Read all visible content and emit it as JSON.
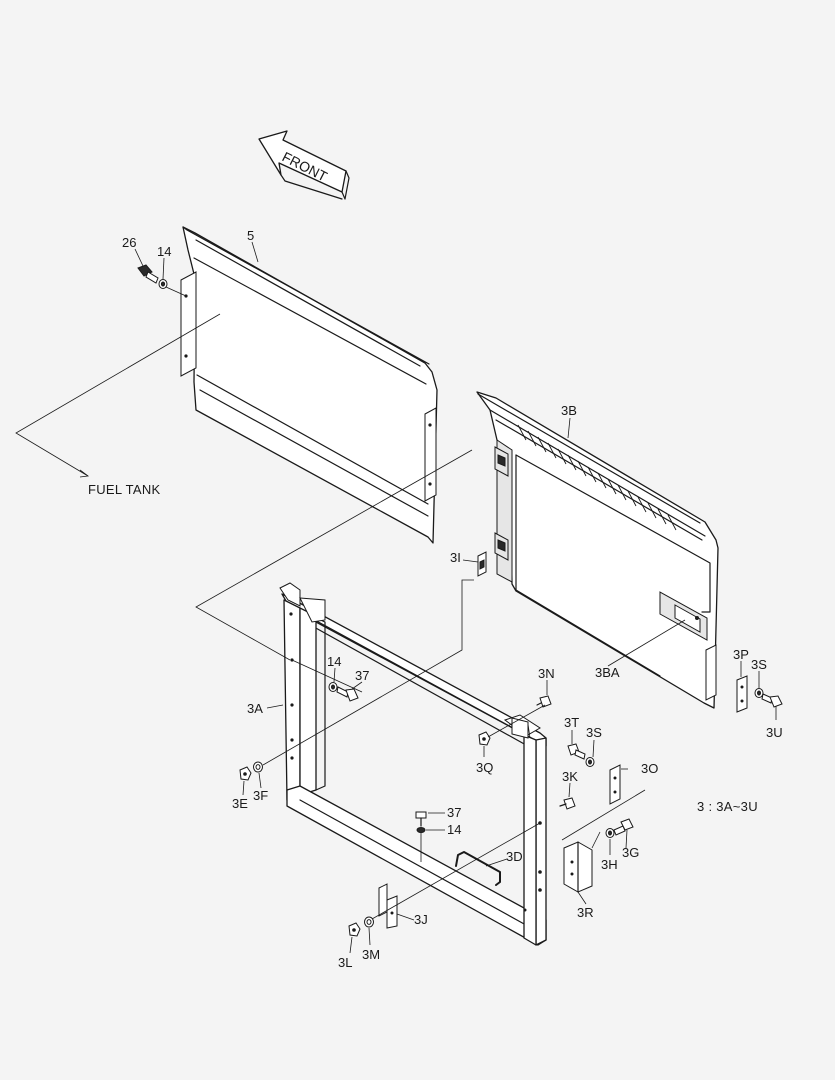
{
  "front_arrow": {
    "text": "FRONT"
  },
  "fuel_tank": {
    "text": "FUEL TANK"
  },
  "legend_note": {
    "text": "3 : 3A~3U"
  },
  "callouts": {
    "c26": "26",
    "c14a": "14",
    "c5": "5",
    "c3B": "3B",
    "c3I": "3I",
    "c3BA": "3BA",
    "c3P": "3P",
    "c3S_right": "3S",
    "c3U": "3U",
    "c14b": "14",
    "c37a": "37",
    "c3A": "3A",
    "c3N": "3N",
    "c3T": "3T",
    "c3S": "3S",
    "c3O": "3O",
    "c3Q": "3Q",
    "c3K": "3K",
    "c3E": "3E",
    "c3F": "3F",
    "c37b": "37",
    "c14c": "14",
    "c3D": "3D",
    "c3H": "3H",
    "c3G": "3G",
    "c3J": "3J",
    "c3R": "3R",
    "c3L": "3L",
    "c3M": "3M"
  }
}
